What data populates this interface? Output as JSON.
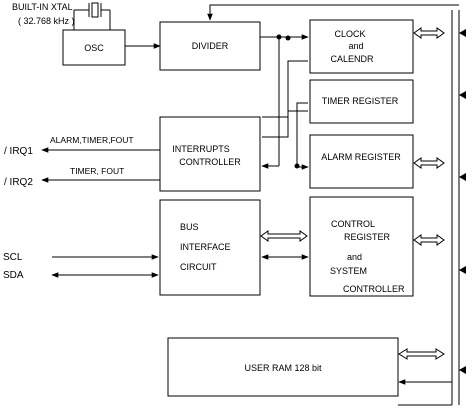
{
  "xtal": {
    "line1": "BUILT-IN XTAL",
    "line2": "( 32.768 kHz )"
  },
  "blocks": {
    "osc": "OSC",
    "divider": "DIVIDER",
    "clock": [
      "CLOCK",
      "and",
      "CALENDR"
    ],
    "timer": "TIMER REGISTER",
    "alarm": "ALARM REGISTER",
    "interrupts": [
      "INTERRUPTS",
      "CONTROLLER"
    ],
    "bus": [
      "BUS",
      "INTERFACE",
      "CIRCUIT"
    ],
    "control": [
      "CONTROL",
      "REGISTER",
      "and",
      "SYSTEM",
      "CONTROLLER"
    ],
    "ram": "USER RAM 128 bit"
  },
  "pins": {
    "irq1": "/ IRQ1",
    "irq2": "/ IRQ2",
    "scl": "SCL",
    "sda": "SDA"
  },
  "signals": {
    "irq1_sources": "ALARM,TIMER,FOUT",
    "irq2_sources": "TIMER, FOUT"
  }
}
